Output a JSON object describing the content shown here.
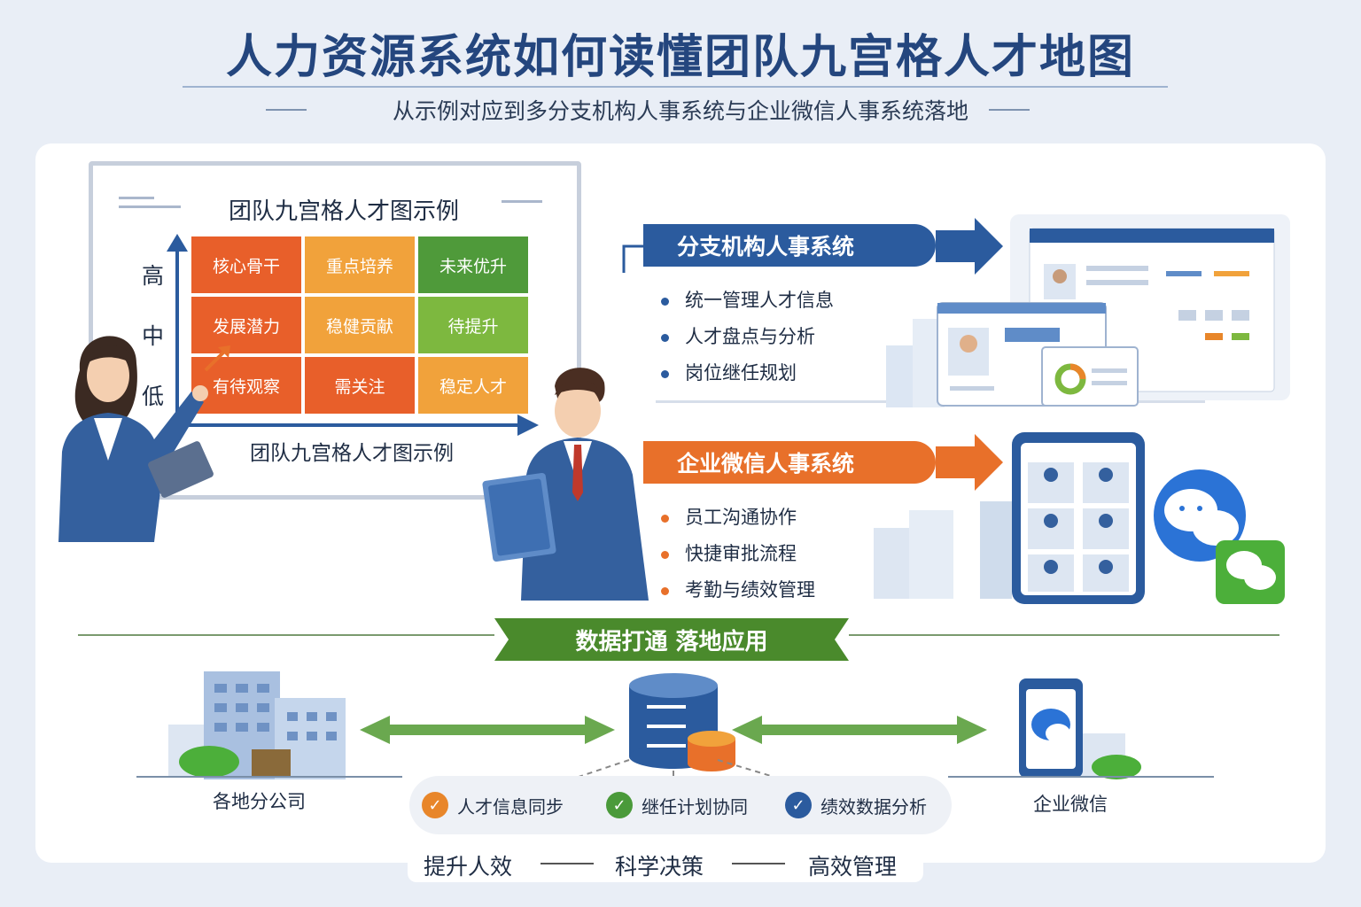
{
  "header": {
    "title": "人力资源系统如何读懂团队九宫格人才地图",
    "subtitle": "从示例对应到多分支机构人事系统与企业微信人事系统落地"
  },
  "board": {
    "title": "团队九宫格人才图示例",
    "y_labels": [
      "高",
      "中",
      "低"
    ],
    "cells": [
      {
        "label": "核心骨干",
        "color": "#e85f2a"
      },
      {
        "label": "重点培养",
        "color": "#f1a23b"
      },
      {
        "label": "未来优升",
        "color": "#4f9a3a"
      },
      {
        "label": "发展潜力",
        "color": "#e85f2a"
      },
      {
        "label": "稳健贡献",
        "color": "#f1a23b"
      },
      {
        "label": "待提升",
        "color": "#7db83f"
      },
      {
        "label": "有待观察",
        "color": "#e85f2a"
      },
      {
        "label": "需关注",
        "color": "#e85f2a"
      },
      {
        "label": "稳定人才",
        "color": "#f1a23b"
      }
    ],
    "caption": "团队九宫格人才图示例"
  },
  "branch": {
    "title": "分支机构人事系统",
    "color": "#2b5b9e",
    "items": [
      "统一管理人才信息",
      "人才盘点与分析",
      "岗位继任规划"
    ]
  },
  "wecom": {
    "title": "企业微信人事系统",
    "color": "#e8702a",
    "items": [
      "员工沟通协作",
      "快捷审批流程",
      "考勤与绩效管理"
    ]
  },
  "connect": {
    "banner": "数据打通 落地应用",
    "left_caption": "各地分公司",
    "right_caption": "企业微信",
    "checks": [
      {
        "label": "人才信息同步",
        "color": "#e8862a"
      },
      {
        "label": "继任计划协同",
        "color": "#4a9a3a"
      },
      {
        "label": "绩效数据分析",
        "color": "#2b5b9e"
      }
    ]
  },
  "outcomes": [
    "提升人效",
    "科学决策",
    "高效管理"
  ],
  "icons": [
    "arrow-up-icon",
    "arrow-right-icon",
    "database-icon",
    "building-icon",
    "phone-icon",
    "wechat-icon",
    "check-icon"
  ]
}
